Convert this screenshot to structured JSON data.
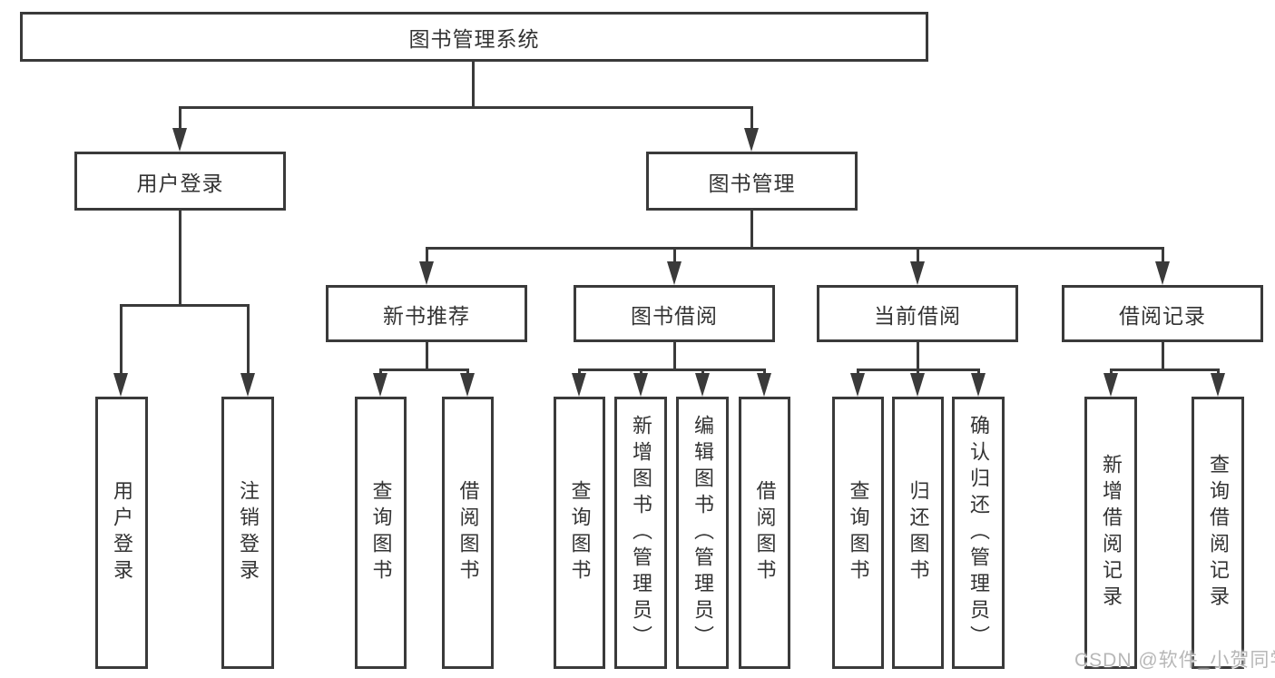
{
  "colors": {
    "line": "#3a3a3a",
    "text": "#333333",
    "background": "#ffffff",
    "watermark": "#b7b7b7"
  },
  "tree": {
    "root": {
      "label": "图书管理系统"
    },
    "branches": [
      {
        "label": "用户登录",
        "children": [
          {
            "label": "用户登录"
          },
          {
            "label": "注销登录"
          }
        ]
      },
      {
        "label": "图书管理",
        "sections": [
          {
            "label": "新书推荐",
            "children": [
              {
                "label": "查询图书"
              },
              {
                "label": "借阅图书"
              }
            ]
          },
          {
            "label": "图书借阅",
            "children": [
              {
                "label": "查询图书"
              },
              {
                "label": "新增图书（管理员）"
              },
              {
                "label": "编辑图书（管理员）"
              },
              {
                "label": "借阅图书"
              }
            ]
          },
          {
            "label": "当前借阅",
            "children": [
              {
                "label": "查询图书"
              },
              {
                "label": "归还图书"
              },
              {
                "label": "确认归还（管理员）"
              }
            ]
          },
          {
            "label": "借阅记录",
            "children": [
              {
                "label": "新增借阅记录"
              },
              {
                "label": "查询借阅记录"
              }
            ]
          }
        ]
      }
    ]
  },
  "watermark": {
    "text": "CSDN @软件_小贺同学"
  }
}
